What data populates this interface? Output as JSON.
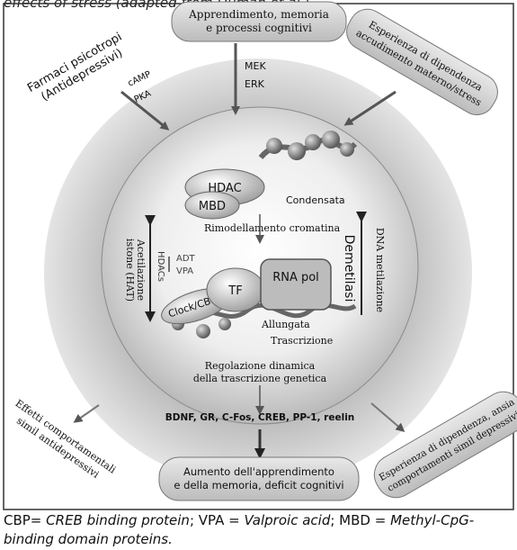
{
  "caption_top": "effects of stress (adapted from Duman et al.).",
  "top_box": {
    "line1": "Apprendimento, memoria",
    "line2": "e processi cognitivi"
  },
  "top_left_box": {
    "line1": "Farmaci psicotropi",
    "line2": "(Antidepressivi)"
  },
  "top_right_box": {
    "line1": "Esperienza di dipendenza",
    "line2": "accudimento materno/stress"
  },
  "signals": {
    "camp": "cAMP",
    "pka": "PKA",
    "mek": "MEK",
    "erk": "ERK"
  },
  "center": {
    "hdac": "HDAC",
    "mbd": "MBD",
    "condensata": "Condensata",
    "rimodellamento": "Rimodellamento cromatina",
    "acetilazione_line1": "Acetilazione",
    "acetilazione_line2": "istone (HAT)",
    "hdacs": "HDACs",
    "adt": "ADT",
    "vpa": "VPA",
    "dna_metilazione": "DNA metilazione",
    "demetilasi": "Demetilasi",
    "tf": "TF",
    "rna_pol": "RNA pol",
    "clock_cbp": "Clock/CBP",
    "allungata": "Allungata",
    "trascrizione": "Trascrizione",
    "regolazione_line1": "Regolazione dinamica",
    "regolazione_line2": "della trascrizione genetica"
  },
  "genes": "BDNF, GR, C-Fos, CREB, PP-1, reelin",
  "bottom_left_text": {
    "line1": "Effetti comportamentali",
    "line2": "simil antidepressivi"
  },
  "bottom_box": {
    "line1": "Aumento dell'apprendimento",
    "line2": "e della memoria, deficit cognitivi"
  },
  "bottom_right_box": {
    "line1": "Esperienza di dipendenza, ansia",
    "line2": "comportamenti simil depressivi"
  },
  "caption_bottom": {
    "cbp": "CBP=",
    "cbp_def": "CREB binding protein",
    "vpa": "; VPA =",
    "vpa_def": "Valproic acid",
    "mbd": "; MBD =",
    "mbd_def": "Methyl-CpG-binding domain proteins."
  }
}
